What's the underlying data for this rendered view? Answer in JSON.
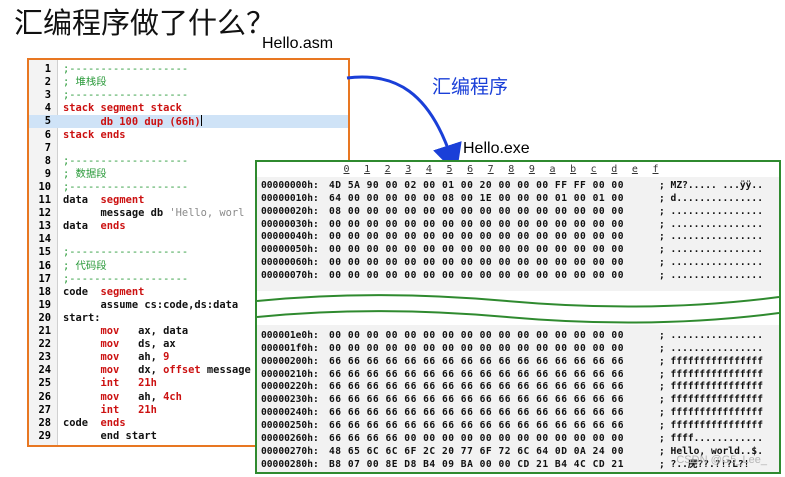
{
  "title": "汇编程序做了什么？",
  "source_file_label": "Hello.asm",
  "output_file_label": "Hello.exe",
  "arrow_label": "汇编程序",
  "watermark": "CSDN @G5_Lee_",
  "asm_lines": [
    {
      "n": "1",
      "segs": [
        {
          "t": ";-------------------",
          "c": "comment"
        }
      ]
    },
    {
      "n": "2",
      "segs": [
        {
          "t": "; 堆栈段",
          "c": "comment"
        }
      ]
    },
    {
      "n": "3",
      "segs": [
        {
          "t": ";-------------------",
          "c": "comment"
        }
      ]
    },
    {
      "n": "4",
      "segs": [
        {
          "t": "stack segment stack",
          "c": "kw"
        }
      ]
    },
    {
      "n": "5",
      "segs": [
        {
          "t": "      db 100 dup (66h)",
          "c": "kw"
        }
      ],
      "highlight": true
    },
    {
      "n": "6",
      "segs": [
        {
          "t": "stack ends",
          "c": "kw"
        }
      ]
    },
    {
      "n": "7",
      "segs": []
    },
    {
      "n": "8",
      "segs": [
        {
          "t": ";-------------------",
          "c": "comment"
        }
      ]
    },
    {
      "n": "9",
      "segs": [
        {
          "t": "; 数据段",
          "c": "comment"
        }
      ]
    },
    {
      "n": "10",
      "segs": [
        {
          "t": ";-------------------",
          "c": "comment"
        }
      ]
    },
    {
      "n": "11",
      "segs": [
        {
          "t": "data  ",
          "c": "plain"
        },
        {
          "t": "segment",
          "c": "kw"
        }
      ]
    },
    {
      "n": "12",
      "segs": [
        {
          "t": "      message db ",
          "c": "plain"
        },
        {
          "t": "'Hello, worl",
          "c": "str"
        }
      ]
    },
    {
      "n": "13",
      "segs": [
        {
          "t": "data  ",
          "c": "plain"
        },
        {
          "t": "ends",
          "c": "kw"
        }
      ]
    },
    {
      "n": "14",
      "segs": []
    },
    {
      "n": "15",
      "segs": [
        {
          "t": ";-------------------",
          "c": "comment"
        }
      ]
    },
    {
      "n": "16",
      "segs": [
        {
          "t": "; 代码段",
          "c": "comment"
        }
      ]
    },
    {
      "n": "17",
      "segs": [
        {
          "t": ";-------------------",
          "c": "comment"
        }
      ]
    },
    {
      "n": "18",
      "segs": [
        {
          "t": "code  ",
          "c": "plain"
        },
        {
          "t": "segment",
          "c": "kw"
        }
      ]
    },
    {
      "n": "19",
      "segs": [
        {
          "t": "      assume cs:code,ds:data",
          "c": "plain"
        }
      ]
    },
    {
      "n": "20",
      "segs": [
        {
          "t": "start:",
          "c": "plain"
        }
      ]
    },
    {
      "n": "21",
      "segs": [
        {
          "t": "      ",
          "c": "plain"
        },
        {
          "t": "mov",
          "c": "kw"
        },
        {
          "t": "   ax, data",
          "c": "plain"
        }
      ]
    },
    {
      "n": "22",
      "segs": [
        {
          "t": "      ",
          "c": "plain"
        },
        {
          "t": "mov",
          "c": "kw"
        },
        {
          "t": "   ds, ax",
          "c": "plain"
        }
      ]
    },
    {
      "n": "23",
      "segs": [
        {
          "t": "      ",
          "c": "plain"
        },
        {
          "t": "mov",
          "c": "kw"
        },
        {
          "t": "   ah, ",
          "c": "plain"
        },
        {
          "t": "9",
          "c": "kw"
        }
      ]
    },
    {
      "n": "24",
      "segs": [
        {
          "t": "      ",
          "c": "plain"
        },
        {
          "t": "mov",
          "c": "kw"
        },
        {
          "t": "   dx, ",
          "c": "plain"
        },
        {
          "t": "offset",
          "c": "kw"
        },
        {
          "t": " message",
          "c": "plain"
        }
      ]
    },
    {
      "n": "25",
      "segs": [
        {
          "t": "      ",
          "c": "plain"
        },
        {
          "t": "int",
          "c": "kw"
        },
        {
          "t": "   ",
          "c": "plain"
        },
        {
          "t": "21h",
          "c": "kw"
        }
      ]
    },
    {
      "n": "26",
      "segs": [
        {
          "t": "      ",
          "c": "plain"
        },
        {
          "t": "mov",
          "c": "kw"
        },
        {
          "t": "   ah, ",
          "c": "plain"
        },
        {
          "t": "4ch",
          "c": "kw"
        }
      ]
    },
    {
      "n": "27",
      "segs": [
        {
          "t": "      ",
          "c": "plain"
        },
        {
          "t": "int",
          "c": "kw"
        },
        {
          "t": "   ",
          "c": "plain"
        },
        {
          "t": "21h",
          "c": "kw"
        }
      ]
    },
    {
      "n": "28",
      "segs": [
        {
          "t": "code  ",
          "c": "plain"
        },
        {
          "t": "ends",
          "c": "kw"
        }
      ]
    },
    {
      "n": "29",
      "segs": [
        {
          "t": "      end start",
          "c": "plain"
        }
      ]
    }
  ],
  "hex_columns": [
    "0",
    "1",
    "2",
    "3",
    "4",
    "5",
    "6",
    "7",
    "8",
    "9",
    "a",
    "b",
    "c",
    "d",
    "e",
    "f"
  ],
  "hex_rows_top": [
    {
      "addr": "00000000h:",
      "bytes": "4D 5A 90 00 02 00 01 00 20 00 00 00 FF FF 00 00",
      "ascii": "; MZ?..... ...ÿÿ.."
    },
    {
      "addr": "00000010h:",
      "bytes": "64 00 00 00 00 00 08 00 1E 00 00 00 01 00 01 00",
      "ascii": "; d..............."
    },
    {
      "addr": "00000020h:",
      "bytes": "08 00 00 00 00 00 00 00 00 00 00 00 00 00 00 00",
      "ascii": "; ................"
    },
    {
      "addr": "00000030h:",
      "bytes": "00 00 00 00 00 00 00 00 00 00 00 00 00 00 00 00",
      "ascii": "; ................"
    },
    {
      "addr": "00000040h:",
      "bytes": "00 00 00 00 00 00 00 00 00 00 00 00 00 00 00 00",
      "ascii": "; ................"
    },
    {
      "addr": "00000050h:",
      "bytes": "00 00 00 00 00 00 00 00 00 00 00 00 00 00 00 00",
      "ascii": "; ................"
    },
    {
      "addr": "00000060h:",
      "bytes": "00 00 00 00 00 00 00 00 00 00 00 00 00 00 00 00",
      "ascii": "; ................"
    },
    {
      "addr": "00000070h:",
      "bytes": "00 00 00 00 00 00 00 00 00 00 00 00 00 00 00 00",
      "ascii": "; ................"
    }
  ],
  "hex_rows_bottom": [
    {
      "addr": "000001e0h:",
      "bytes": "00 00 00 00 00 00 00 00 00 00 00 00 00 00 00 00",
      "ascii": "; ................"
    },
    {
      "addr": "000001f0h:",
      "bytes": "00 00 00 00 00 00 00 00 00 00 00 00 00 00 00 00",
      "ascii": "; ................"
    },
    {
      "addr": "00000200h:",
      "bytes": "66 66 66 66 66 66 66 66 66 66 66 66 66 66 66 66",
      "ascii": "; ffffffffffffffff"
    },
    {
      "addr": "00000210h:",
      "bytes": "66 66 66 66 66 66 66 66 66 66 66 66 66 66 66 66",
      "ascii": "; ffffffffffffffff"
    },
    {
      "addr": "00000220h:",
      "bytes": "66 66 66 66 66 66 66 66 66 66 66 66 66 66 66 66",
      "ascii": "; ffffffffffffffff"
    },
    {
      "addr": "00000230h:",
      "bytes": "66 66 66 66 66 66 66 66 66 66 66 66 66 66 66 66",
      "ascii": "; ffffffffffffffff"
    },
    {
      "addr": "00000240h:",
      "bytes": "66 66 66 66 66 66 66 66 66 66 66 66 66 66 66 66",
      "ascii": "; ffffffffffffffff"
    },
    {
      "addr": "00000250h:",
      "bytes": "66 66 66 66 66 66 66 66 66 66 66 66 66 66 66 66",
      "ascii": "; ffffffffffffffff"
    },
    {
      "addr": "00000260h:",
      "bytes": "66 66 66 66 00 00 00 00 00 00 00 00 00 00 00 00",
      "ascii": "; ffff............"
    },
    {
      "addr": "00000270h:",
      "bytes": "48 65 6C 6C 6F 2C 20 77 6F 72 6C 64 0D 0A 24 00",
      "ascii": "; Hello, world..$."
    },
    {
      "addr": "00000280h:",
      "bytes": "B8 07 00 8E D8 B4 09 BA 00 00 CD 21 B4 4C CD 21",
      "ascii": "; ?..庑??.?!?L?!"
    }
  ],
  "colors": {
    "asm_border": "#e87722",
    "hex_border": "#2f8a2f",
    "arrow": "#1a3fd8",
    "keyword": "#cc1111",
    "comment": "#2a9a3a"
  }
}
